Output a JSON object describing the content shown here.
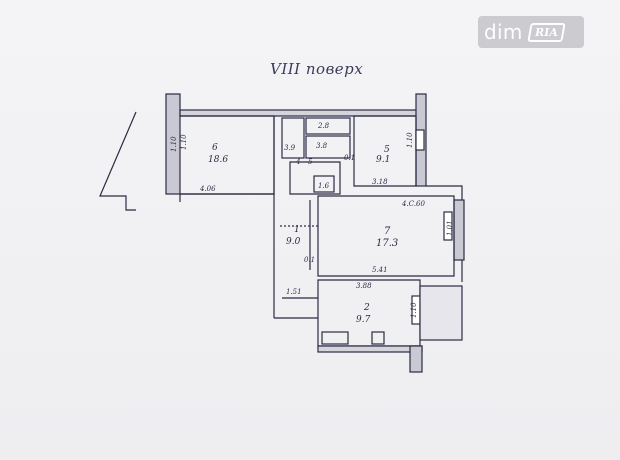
{
  "watermark": {
    "brand": "dim",
    "badge": "RIA"
  },
  "floor_title": "VIII поверх",
  "rooms": [
    {
      "num": "6",
      "area": "18.6"
    },
    {
      "num": "5",
      "area": "9.1"
    },
    {
      "num": "7",
      "area": "17.3"
    },
    {
      "num": "1",
      "area": "9.0"
    },
    {
      "num": "2",
      "area": "9.7"
    }
  ],
  "dimensions": [
    "1.10",
    "4.06",
    "1.10",
    "3.18",
    "4.C.60",
    "1.01",
    "5.41",
    "3.88",
    "1.51",
    "1.10",
    "0.1",
    "0.1",
    "1.6"
  ],
  "small_rooms": [
    "3.9",
    "2.8",
    "3.8",
    "4",
    "5",
    "1.10"
  ],
  "colors": {
    "ink": "#2b2b44",
    "paper": "#f2f2f4",
    "wall": "#9a9aaa"
  }
}
